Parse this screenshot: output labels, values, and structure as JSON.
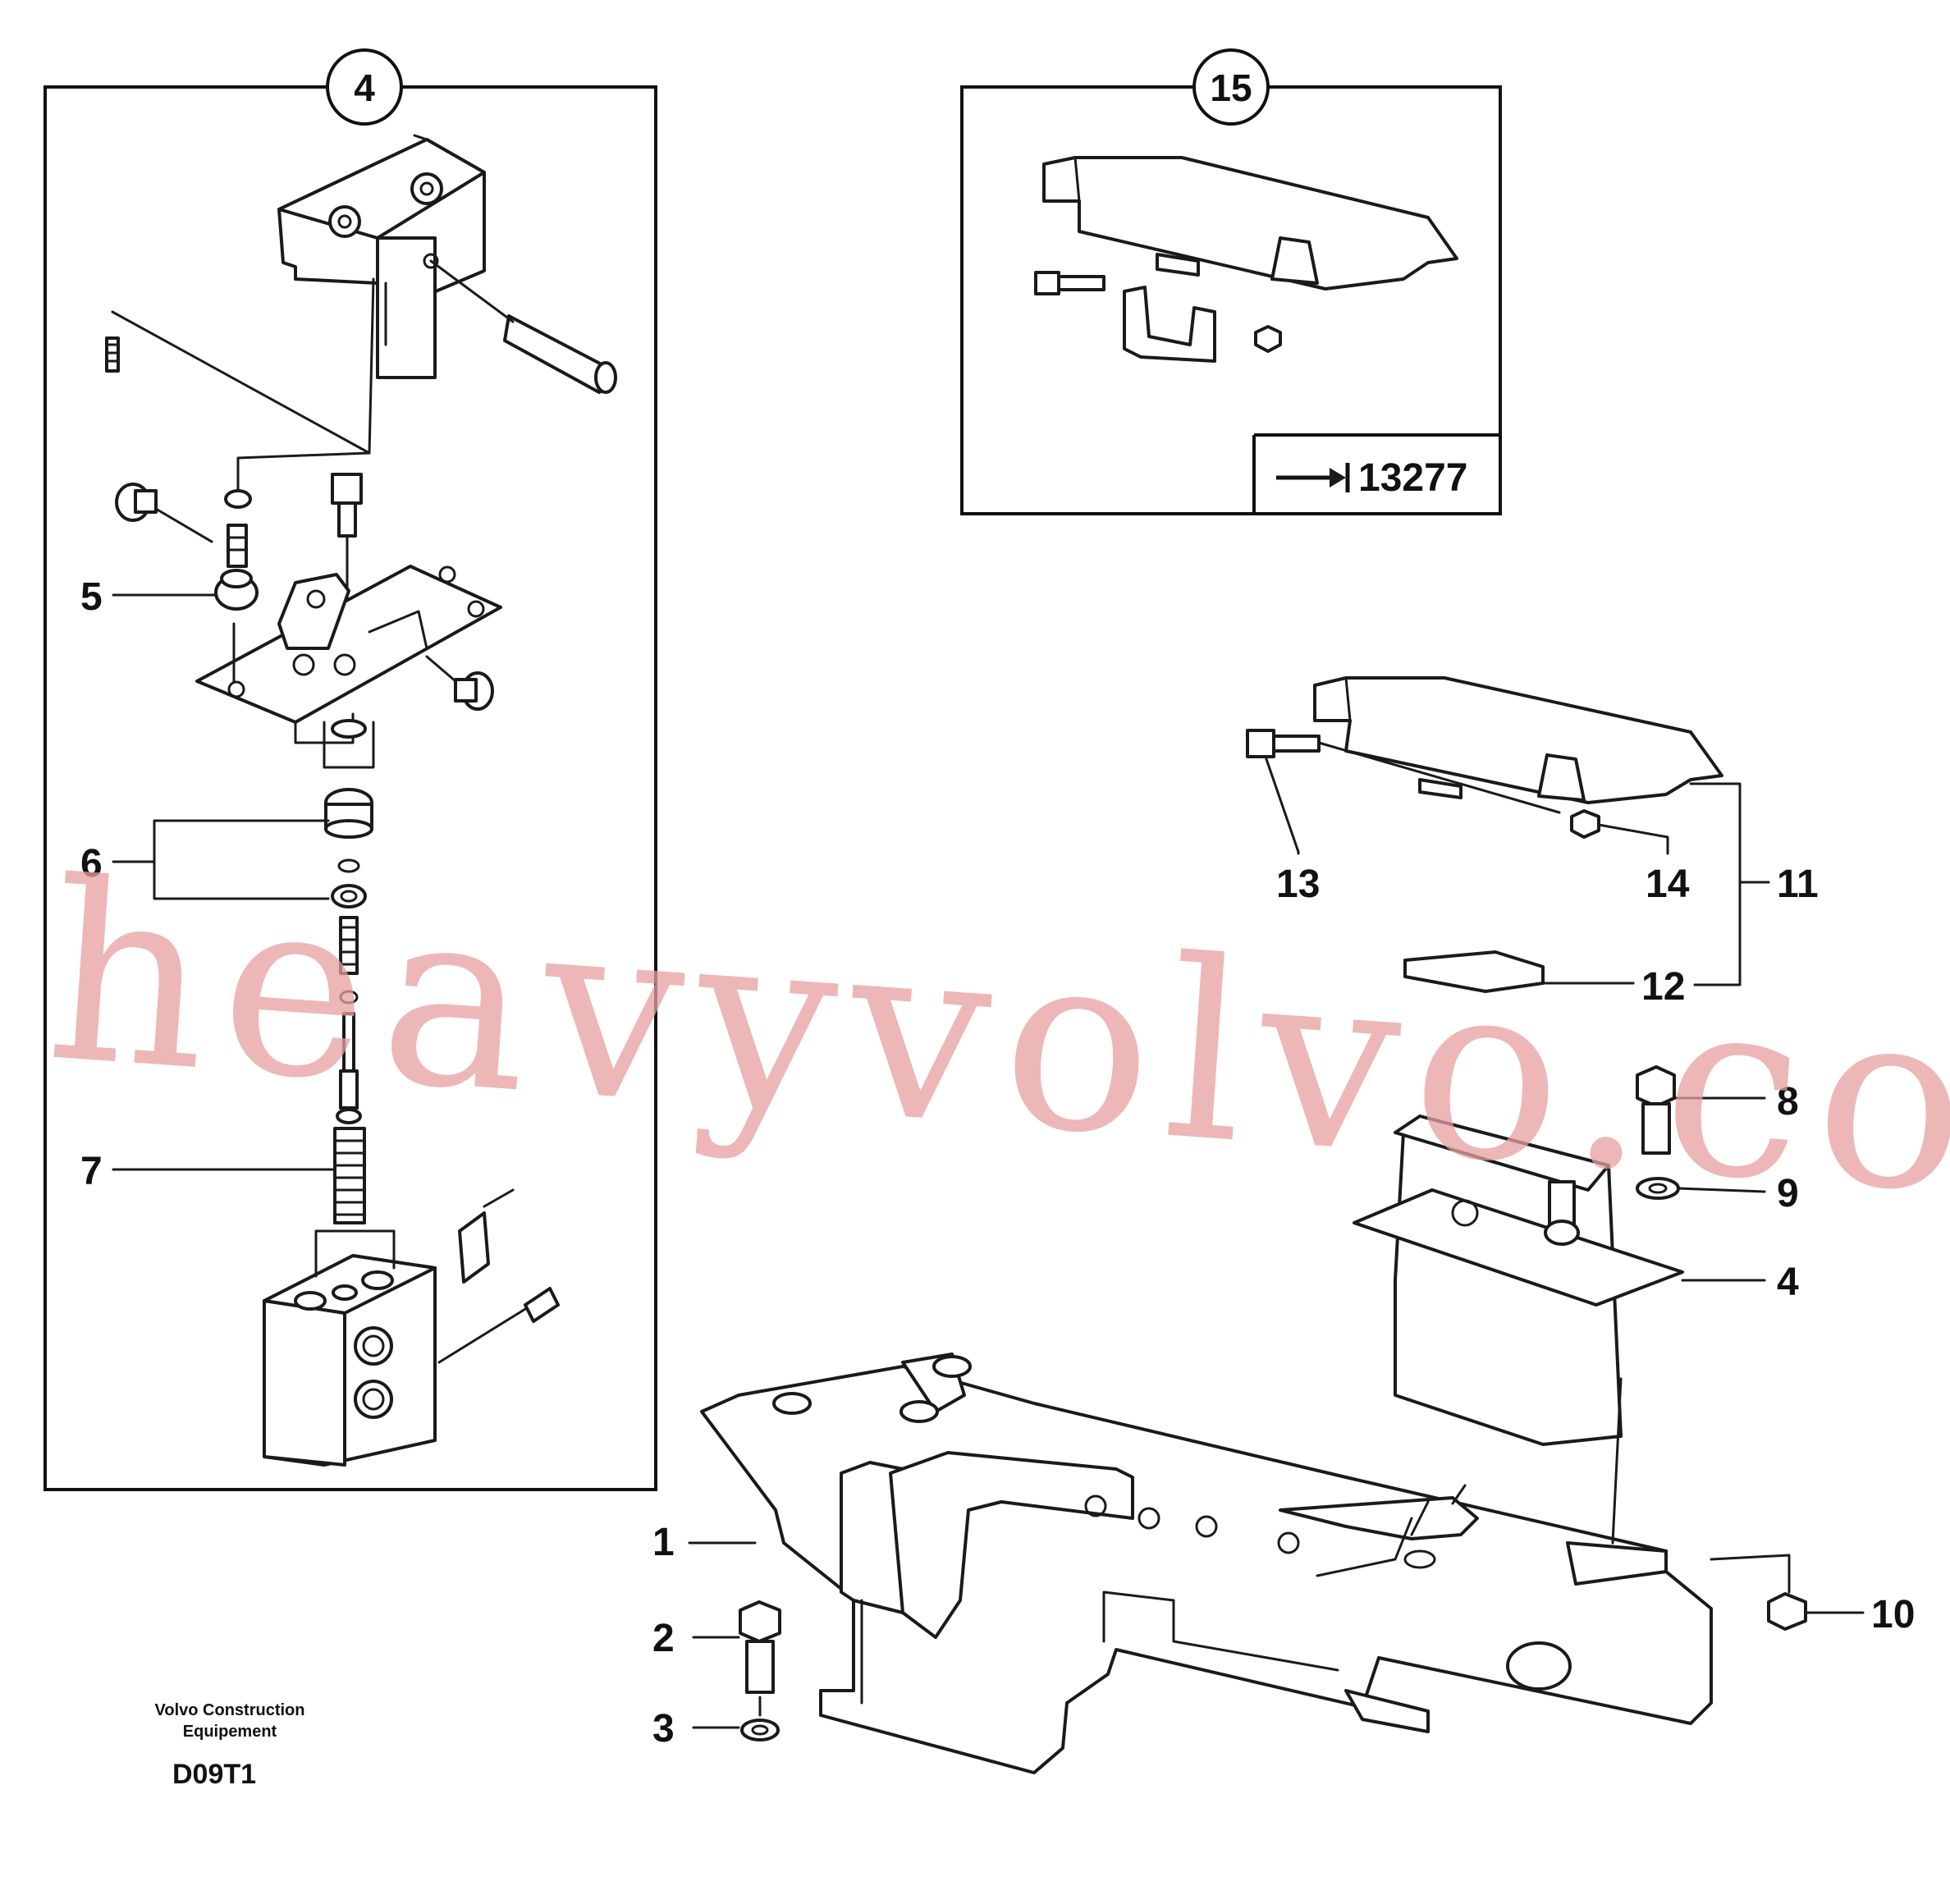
{
  "callouts": {
    "detail_4": "4",
    "detail_15": "15"
  },
  "reference": {
    "arrow_number": "13277"
  },
  "labels": {
    "l1": "1",
    "l2": "2",
    "l3": "3",
    "l4": "4",
    "l5": "5",
    "l6": "6",
    "l7": "7",
    "l8": "8",
    "l9": "9",
    "l10": "10",
    "l11": "11",
    "l12": "12",
    "l13": "13",
    "l14": "14"
  },
  "footer": {
    "company_line1": "Volvo Construction",
    "company_line2": "Equipement",
    "drawing_code": "D09T1"
  },
  "watermark": {
    "text": "heavyvolvo.com",
    "color": "#e8a0a0"
  },
  "colors": {
    "line": "#1a1a1a",
    "background": "#ffffff"
  }
}
